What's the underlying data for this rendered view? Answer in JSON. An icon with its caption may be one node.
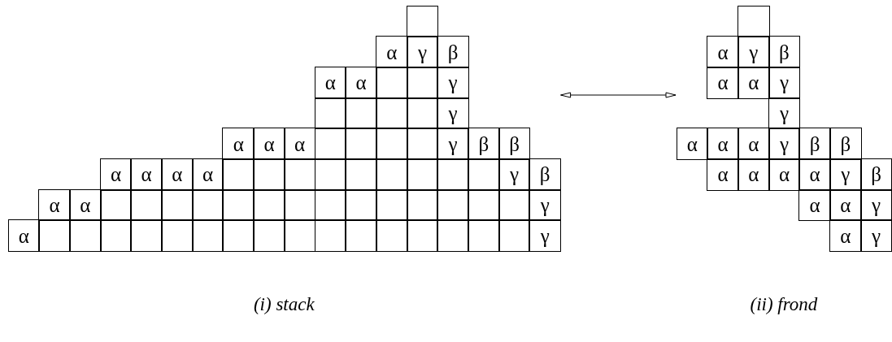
{
  "diagram": {
    "nodes": [
      {
        "text": [],
        "shape": "box",
        "beside": [
          "(i) stack"
        ]
      },
      {
        "text": [],
        "shape": "box",
        "in": 0
      },
      {
        "text": [
          "α"
        ],
        "in": 0
      },
      {
        "text": [
          "γ"
        ],
        "in": 0
      },
      {
        "text": [
          "β"
        ],
        "in": 0
      },
      {
        "text": [
          "α"
        ],
        "in": 0
      },
      {
        "text": [
          "α"
        ],
        "in": 0
      },
      {
        "text": [],
        "shape": "box",
        "in": 0
      },
      {
        "text": [],
        "shape": "box",
        "in": 0
      },
      {
        "text": [
          "γ"
        ],
        "in": 0
      },
      {
        "text": [],
        "shape": "box",
        "in": 0
      },
      {
        "text": [],
        "shape": "box",
        "in": 0
      },
      {
        "text": [],
        "shape": "box",
        "in": 0
      },
      {
        "text": [],
        "shape": "box",
        "in": 0
      },
      {
        "text": [
          "γ"
        ],
        "in": 0
      },
      {
        "text": [
          "α"
        ],
        "in": 0
      },
      {
        "text": [
          "α"
        ],
        "in": 0
      },
      {
        "text": [
          "α"
        ],
        "in": 0
      },
      {
        "text": [],
        "shape": "box",
        "in": 0
      },
      {
        "text": [],
        "shape": "box",
        "in": 0
      },
      {
        "text": [],
        "shape": "box",
        "in": 0
      },
      {
        "text": [],
        "shape": "box",
        "in": 0
      },
      {
        "text": [
          "γ"
        ],
        "in": 0
      },
      {
        "text": [
          "β"
        ],
        "in": 0
      },
      {
        "text": [
          "β"
        ],
        "in": 0
      },
      {
        "text": [
          "α"
        ],
        "in": 0
      },
      {
        "text": [
          "α"
        ],
        "in": 0
      },
      {
        "text": [
          "α"
        ],
        "in": 0
      },
      {
        "text": [
          "α"
        ],
        "in": 0
      },
      {
        "text": [],
        "shape": "box",
        "in": 0
      },
      {
        "text": [],
        "shape": "box",
        "in": 0
      },
      {
        "text": [],
        "shape": "box",
        "in": 0
      },
      {
        "text": [],
        "shape": "box",
        "in": 0
      },
      {
        "text": [],
        "shape": "box",
        "in": 0
      },
      {
        "text": [],
        "shape": "box",
        "in": 0
      },
      {
        "text": [],
        "shape": "box",
        "in": 0
      },
      {
        "text": [],
        "shape": "box",
        "in": 0
      },
      {
        "text": [],
        "shape": "box",
        "in": 0
      },
      {
        "text": [
          "γ"
        ],
        "in": 0
      },
      {
        "text": [
          "β"
        ],
        "in": 0
      },
      {
        "text": [
          "α"
        ],
        "in": 0
      },
      {
        "text": [
          "α"
        ],
        "in": 0
      },
      {
        "text": [],
        "shape": "box",
        "in": 0
      },
      {
        "text": [],
        "shape": "box",
        "in": 0
      },
      {
        "text": [],
        "shape": "box",
        "in": 0
      },
      {
        "text": [],
        "shape": "box",
        "in": 0
      },
      {
        "text": [],
        "shape": "box",
        "in": 0
      },
      {
        "text": [],
        "shape": "box",
        "in": 0
      },
      {
        "text": [],
        "shape": "box",
        "in": 0
      },
      {
        "text": [],
        "shape": "box",
        "in": 0
      },
      {
        "text": [],
        "shape": "box",
        "in": 0
      },
      {
        "text": [],
        "shape": "box",
        "in": 0
      },
      {
        "text": [],
        "shape": "box",
        "in": 0
      },
      {
        "text": [],
        "shape": "box",
        "in": 0
      },
      {
        "text": [],
        "shape": "box",
        "in": 0
      },
      {
        "text": [],
        "shape": "box",
        "in": 0
      },
      {
        "text": [
          "γ"
        ],
        "in": 0
      },
      {
        "text": [
          "α"
        ],
        "in": 0
      },
      {
        "text": [],
        "shape": "box",
        "in": 0
      },
      {
        "text": [],
        "shape": "box",
        "in": 0
      },
      {
        "text": [],
        "shape": "box",
        "in": 0
      },
      {
        "text": [],
        "shape": "box",
        "in": 0
      },
      {
        "text": [],
        "shape": "box",
        "in": 0
      },
      {
        "text": [],
        "shape": "box",
        "in": 0
      },
      {
        "text": [],
        "shape": "box",
        "in": 0
      },
      {
        "text": [],
        "shape": "box",
        "in": 0
      },
      {
        "text": [],
        "shape": "box",
        "in": 0
      },
      {
        "text": [],
        "shape": "box",
        "in": 0
      },
      {
        "text": [],
        "shape": "box",
        "in": 0
      },
      {
        "text": [],
        "shape": "box",
        "in": 0
      },
      {
        "text": [],
        "shape": "box",
        "in": 0
      },
      {
        "text": [],
        "shape": "box",
        "in": 0
      },
      {
        "text": [],
        "shape": "box",
        "in": 0
      },
      {
        "text": [],
        "shape": "box",
        "in": 0
      },
      {
        "text": [
          "γ"
        ],
        "in": 0
      },
      {
        "text": [],
        "shape": "box",
        "beside": [
          "(ii) frond"
        ]
      },
      {
        "text": [],
        "shape": "box",
        "in": 75
      },
      {
        "text": [
          "α"
        ],
        "in": 75
      },
      {
        "text": [
          "γ"
        ],
        "in": 75
      },
      {
        "text": [
          "β"
        ],
        "in": 75
      },
      {
        "text": [
          "α"
        ],
        "in": 75
      },
      {
        "text": [
          "α"
        ],
        "in": 75
      },
      {
        "text": [
          "γ"
        ],
        "in": 75
      },
      {
        "text": [
          "γ"
        ],
        "in": 75
      },
      {
        "text": [
          "α"
        ],
        "in": 75
      },
      {
        "text": [
          "α"
        ],
        "in": 75
      },
      {
        "text": [
          "α"
        ],
        "in": 75
      },
      {
        "text": [
          "γ"
        ],
        "in": 75
      },
      {
        "text": [
          "β"
        ],
        "in": 75
      },
      {
        "text": [
          "β"
        ],
        "in": 75
      },
      {
        "text": [
          "α"
        ],
        "in": 75
      },
      {
        "text": [
          "α"
        ],
        "in": 75
      },
      {
        "text": [
          "α"
        ],
        "in": 75
      },
      {
        "text": [
          "α"
        ],
        "in": 75
      },
      {
        "text": [
          "γ"
        ],
        "in": 75
      },
      {
        "text": [
          "β"
        ],
        "in": 75
      },
      {
        "text": [
          "α"
        ],
        "in": 75
      },
      {
        "text": [
          "α"
        ],
        "in": 75
      },
      {
        "text": [
          "γ"
        ],
        "in": 75
      },
      {
        "text": [
          "α"
        ],
        "in": 75
      },
      {
        "text": [
          "γ"
        ],
        "in": 75
      }
    ],
    "edges": [
      {
        "from": 0,
        "to": 75,
        "arrow": "both"
      }
    ]
  }
}
